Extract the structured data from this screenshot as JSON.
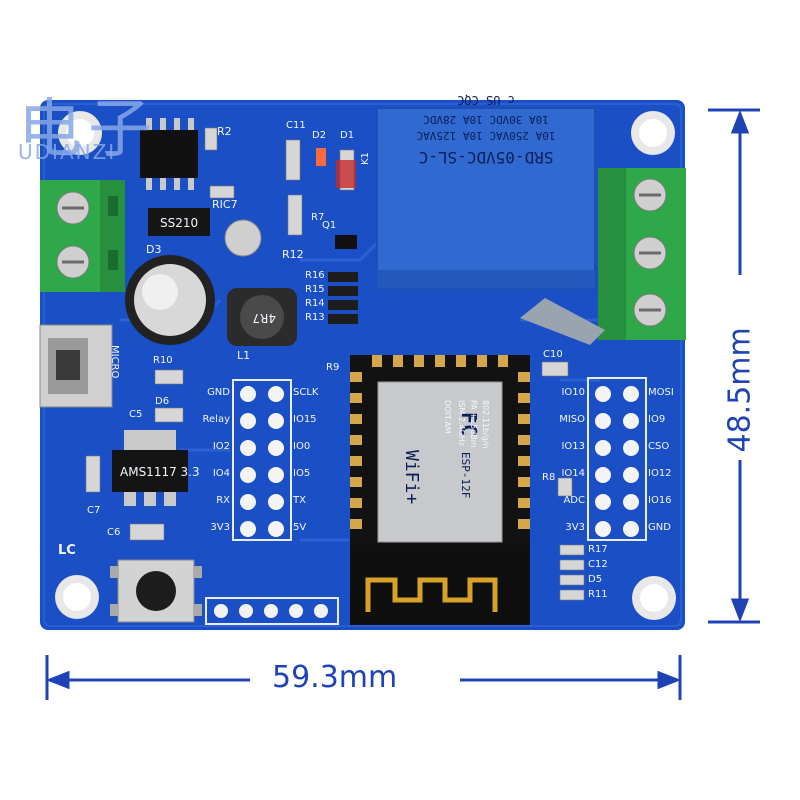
{
  "watermark": {
    "big": "电子",
    "small": "UDIANZI"
  },
  "dimensions": {
    "width": "59.3mm",
    "height": "48.5mm"
  },
  "board": {
    "corner_label": "LC",
    "micro_label": "MICRO",
    "relay": {
      "model": "SRD-05VDC-SL-C",
      "line1": "10A 250VAC 10A 125VAC",
      "line2": "10A 30VDC 10A 28VDC",
      "cert": "c US  CQC"
    },
    "module": {
      "brand": "FC",
      "wifi": "WiFi+",
      "model": "ESP-12F",
      "lines": [
        "DOIT.AM",
        "ISM 2.4GHz",
        "PA +25dBm",
        "802.11b/g/n"
      ]
    },
    "left_header": {
      "left": [
        "GND",
        "Relay",
        "IO2",
        "IO4",
        "RX",
        "3V3"
      ],
      "right": [
        "SCLK",
        "IO15",
        "IO0",
        "IO5",
        "TX",
        "5V"
      ]
    },
    "right_header": {
      "left": [
        "IO10",
        "MISO",
        "IO13",
        "IO14",
        "ADC",
        "3V3"
      ],
      "right": [
        "MOSI",
        "IO9",
        "CSO",
        "IO12",
        "IO16",
        "GND"
      ]
    },
    "components": {
      "r2": "R2",
      "ric": "RIC7",
      "c11": "C11",
      "d2": "D2",
      "d1": "D1",
      "k1": "K1",
      "r7": "R7",
      "q1": "Q1",
      "d3": "D3",
      "r12": "R12",
      "r16": "R16",
      "r15": "R15",
      "r14": "R14",
      "r13": "R13",
      "l1": "L1",
      "inductor": "4R7",
      "r10": "R10",
      "c5": "C5",
      "d6": "D6",
      "c7": "C7",
      "c6": "C6",
      "r9": "R9",
      "c10": "C10",
      "r8": "R8",
      "r17": "R17",
      "c12": "C12",
      "d5": "D5",
      "r11": "R11",
      "diode_mark": "SS210",
      "ldo_mark": "AMS1117 3.3"
    }
  }
}
